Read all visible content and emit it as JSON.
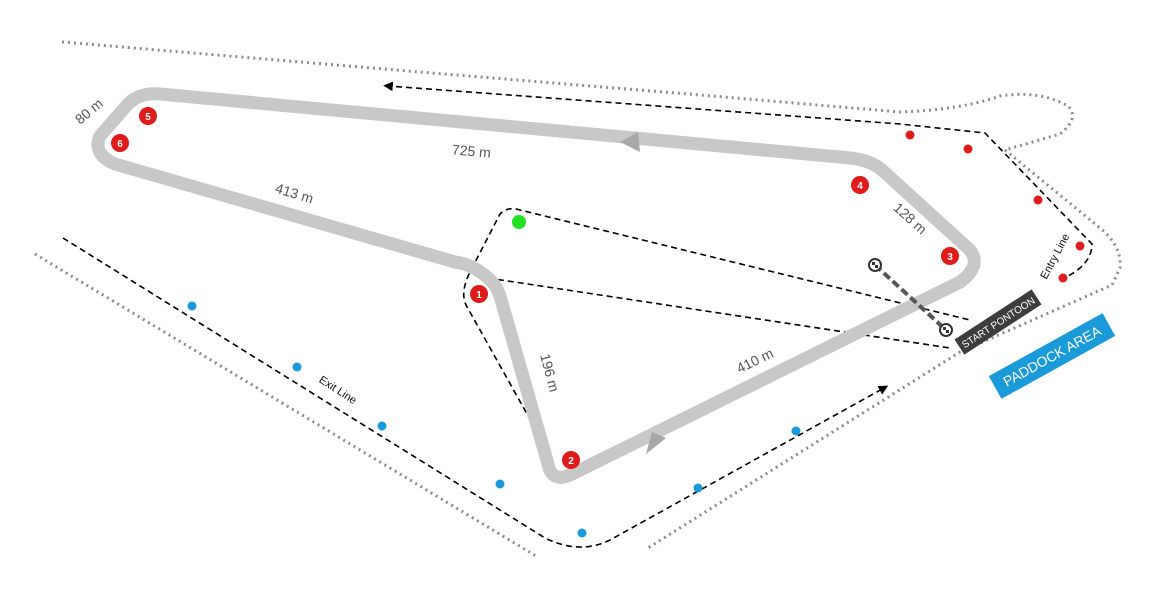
{
  "distances": {
    "d80": "80 m",
    "d725": "725 m",
    "d413": "413 m",
    "d128": "128 m",
    "d196": "196 m",
    "d410": "410 m"
  },
  "buoys": [
    "1",
    "2",
    "3",
    "4",
    "5",
    "6"
  ],
  "labels": {
    "exit_line": "Exit Line",
    "entry_line": "Entry Line",
    "start_pontoon": "START PONTOON",
    "paddock_area": "PADDOCK AREA"
  },
  "colors": {
    "track": "#c8c8c8",
    "buoy_red": "#e01b1b",
    "marker_blue": "#1a9ad9",
    "start_green": "#22e022",
    "paddock_blue": "#1a9ad9",
    "pontoon_dark": "#3d3d3d",
    "shoreline": "#8c8c8c"
  }
}
